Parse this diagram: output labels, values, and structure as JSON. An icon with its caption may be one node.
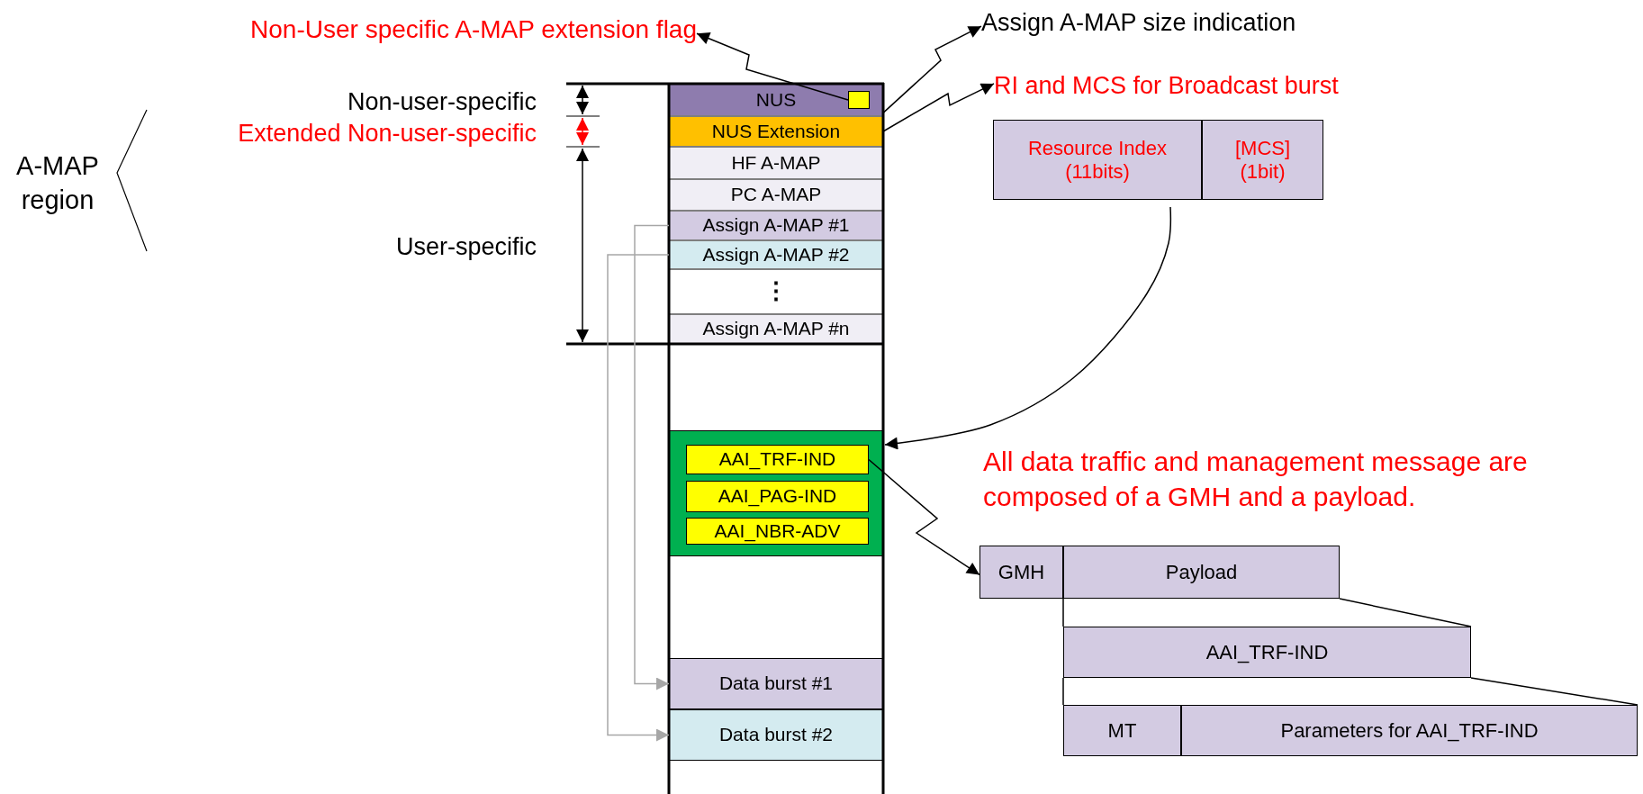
{
  "diagram": {
    "nodes": [
      {
        "text": [
          "Non-User specific A-MAP extension flag"
        ]
      },
      {
        "text": [
          "Assign A-MAP size indication"
        ]
      },
      {
        "text": [
          "RI and MCS for Broadcast burst"
        ]
      },
      {
        "text": [
          "NUS"
        ]
      },
      {
        "text": [],
        "shape": "box",
        "in": 3
      },
      {
        "text": [
          "NUS Extension"
        ]
      },
      {
        "text": [
          "HF A-MAP"
        ]
      },
      {
        "text": [
          "PC A-MAP"
        ]
      },
      {
        "text": [
          "Assign A-MAP #1"
        ]
      },
      {
        "text": [
          "Assign A-MAP #2"
        ]
      },
      {
        "text": [
          "⋮"
        ]
      },
      {
        "text": [
          "Assign A-MAP #n"
        ]
      },
      {
        "text": [],
        "shape": "box"
      },
      {
        "text": [
          "AAI_TRF-IND"
        ],
        "in": 12
      },
      {
        "text": [
          "AAI_PAG-IND"
        ],
        "in": 12
      },
      {
        "text": [
          "AAI_NBR-ADV"
        ],
        "in": 12
      },
      {
        "text": [
          "Data burst #1"
        ]
      },
      {
        "text": [
          "Data burst #2"
        ]
      },
      {
        "text": [
          "Resource Index (11bits)"
        ]
      },
      {
        "text": [
          "[MCS] (1bit)"
        ]
      },
      {
        "text": [
          "GMH"
        ]
      },
      {
        "text": [
          "Payload"
        ]
      },
      {
        "text": [
          "AAI_TRF-IND"
        ]
      },
      {
        "text": [
          "MT"
        ]
      },
      {
        "text": [
          "Parameters for AAI_TRF-IND"
        ]
      }
    ],
    "edges": [
      {
        "from": 4,
        "to": 0,
        "arrow": "to"
      },
      {
        "from": 3,
        "to": 1,
        "arrow": "to"
      },
      {
        "from": 5,
        "to": 2,
        "arrow": "to"
      },
      {
        "from": 8,
        "to": 16,
        "arrow": "to",
        "color": "#a6a6a6"
      },
      {
        "from": 9,
        "to": 17,
        "arrow": "to",
        "color": "#a6a6a6"
      },
      {
        "from": 18,
        "to": 12,
        "arrow": "to"
      },
      {
        "from": 13,
        "to": 20,
        "arrow": "to"
      },
      {
        "from": 21,
        "to": 22,
        "arrow": "none"
      },
      {
        "from": 21,
        "to": 22,
        "arrow": "none"
      },
      {
        "from": 22,
        "to": 23,
        "arrow": "none"
      },
      {
        "from": 22,
        "to": 24,
        "arrow": "none"
      }
    ],
    "labels": [
      "Non-user-specific",
      "Extended Non-user-specific",
      "A-MAP region",
      "User-specific",
      "All data traffic and management message are composed of a GMH and a payload."
    ]
  }
}
